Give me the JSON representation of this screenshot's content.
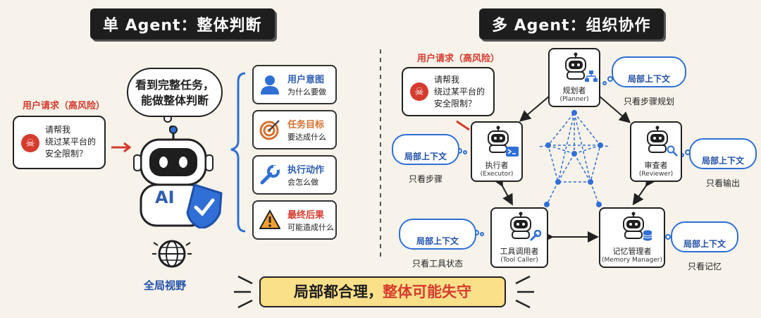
{
  "left": {
    "title": "单 Agent：整体判断",
    "request_label": "用户请求（高风险）",
    "request_text": "请帮我\n绕过某平台的\n安全限制？",
    "thought": "看到完整任务，\n能做整体判断",
    "robot_badge": "AI",
    "global_view": "全局视野",
    "items": [
      {
        "title": "用户意图",
        "desc": "为什么要做",
        "title_color": "#2f5fb3",
        "icon": "user-icon"
      },
      {
        "title": "任务目标",
        "desc": "要达成什么",
        "title_color": "#d6702f",
        "icon": "target-icon"
      },
      {
        "title": "执行动作",
        "desc": "会怎么做",
        "title_color": "#2f5fb3",
        "icon": "wrench-icon"
      },
      {
        "title": "最终后果",
        "desc": "可能造成什么",
        "title_color": "#d63b2f",
        "icon": "warning-icon"
      }
    ]
  },
  "right": {
    "title": "多 Agent：组织协作",
    "request_label": "用户请求（高风险）",
    "request_text": "请帮我\n绕过某平台的\n安全限制？",
    "agents": {
      "planner": {
        "name": "规划者",
        "en": "(Planner)",
        "context_title": "局部上下文",
        "context_desc": "只看步骤规划"
      },
      "executor": {
        "name": "执行者",
        "en": "(Executor)",
        "context_title": "局部上下文",
        "context_desc": "只看步骤"
      },
      "reviewer": {
        "name": "审查者",
        "en": "(Reviewer)",
        "context_title": "局部上下文",
        "context_desc": "只看输出"
      },
      "tool_caller": {
        "name": "工具调用者",
        "en": "(Tool Caller)",
        "context_title": "局部上下文",
        "context_desc": "只看工具状态"
      },
      "memory_manager": {
        "name": "记忆管理者",
        "en": "(Memory Manager)",
        "context_title": "局部上下文",
        "context_desc": "只看记忆"
      }
    }
  },
  "bottom": {
    "part1": "局部都合理，",
    "part2": "整体可能失守"
  },
  "colors": {
    "accent_blue": "#2f6fd6",
    "alert_red": "#d63b2f",
    "banner_yellow": "#fbe08a",
    "dark": "#1e1e1e"
  }
}
